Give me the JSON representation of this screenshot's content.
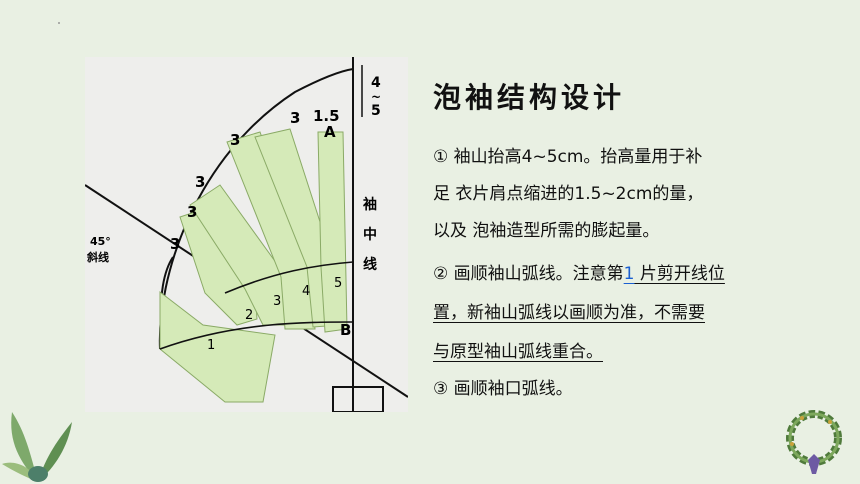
{
  "title": "泡袖结构设计",
  "para1": {
    "line1": "① 袖山抬高4~5cm。抬高量用于补",
    "line2": "足 衣片肩点缩进的1.5~2cm的量，",
    "line3": "以及 泡袖造型所需的膨起量。"
  },
  "para2": {
    "line1_a": "② 画顺袖山弧线。注意第",
    "line1_cursor": "1",
    "line1_b": " 片剪开线位",
    "line2": "置，新袖山弧线以画顺为准，不需要",
    "line3": "与原型袖山弧线重合。"
  },
  "para3": "③ 画顺袖口弧线。",
  "figure": {
    "top_measure": "4~5",
    "measure_1_5": "1.5",
    "point_a": "A",
    "point_b": "B",
    "sleeve_center_line": "袖中线",
    "bias_line": "45°斜线",
    "spread_labels": [
      "3",
      "3",
      "3",
      "3",
      "3"
    ],
    "piece_numbers": [
      "1",
      "2",
      "3",
      "4",
      "5"
    ]
  }
}
